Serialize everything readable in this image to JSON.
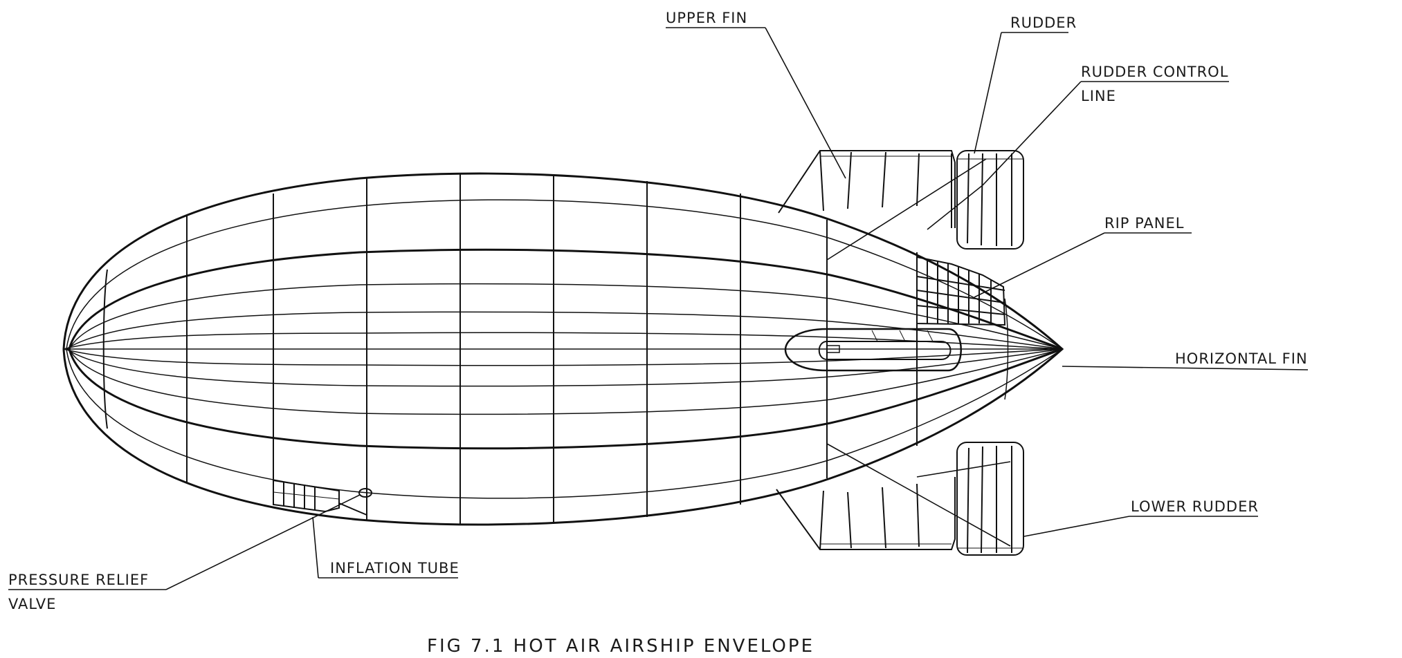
{
  "diagram": {
    "caption": "FIG 7.1 HOT AIR AIRSHIP ENVELOPE",
    "labels": {
      "upper_fin": "UPPER FIN",
      "rudder": "RUDDER",
      "rudder_control_line_1": "RUDDER CONTROL",
      "rudder_control_line_2": "LINE",
      "rip_panel": "RIP PANEL",
      "horizontal_fin": "HORIZONTAL FIN",
      "lower_rudder": "LOWER RUDDER",
      "inflation_tube": "INFLATION TUBE",
      "pressure_relief_1": "PRESSURE RELIEF",
      "pressure_relief_2": "VALVE"
    },
    "colors": {
      "ink": "#111111",
      "background": "#ffffff"
    }
  }
}
